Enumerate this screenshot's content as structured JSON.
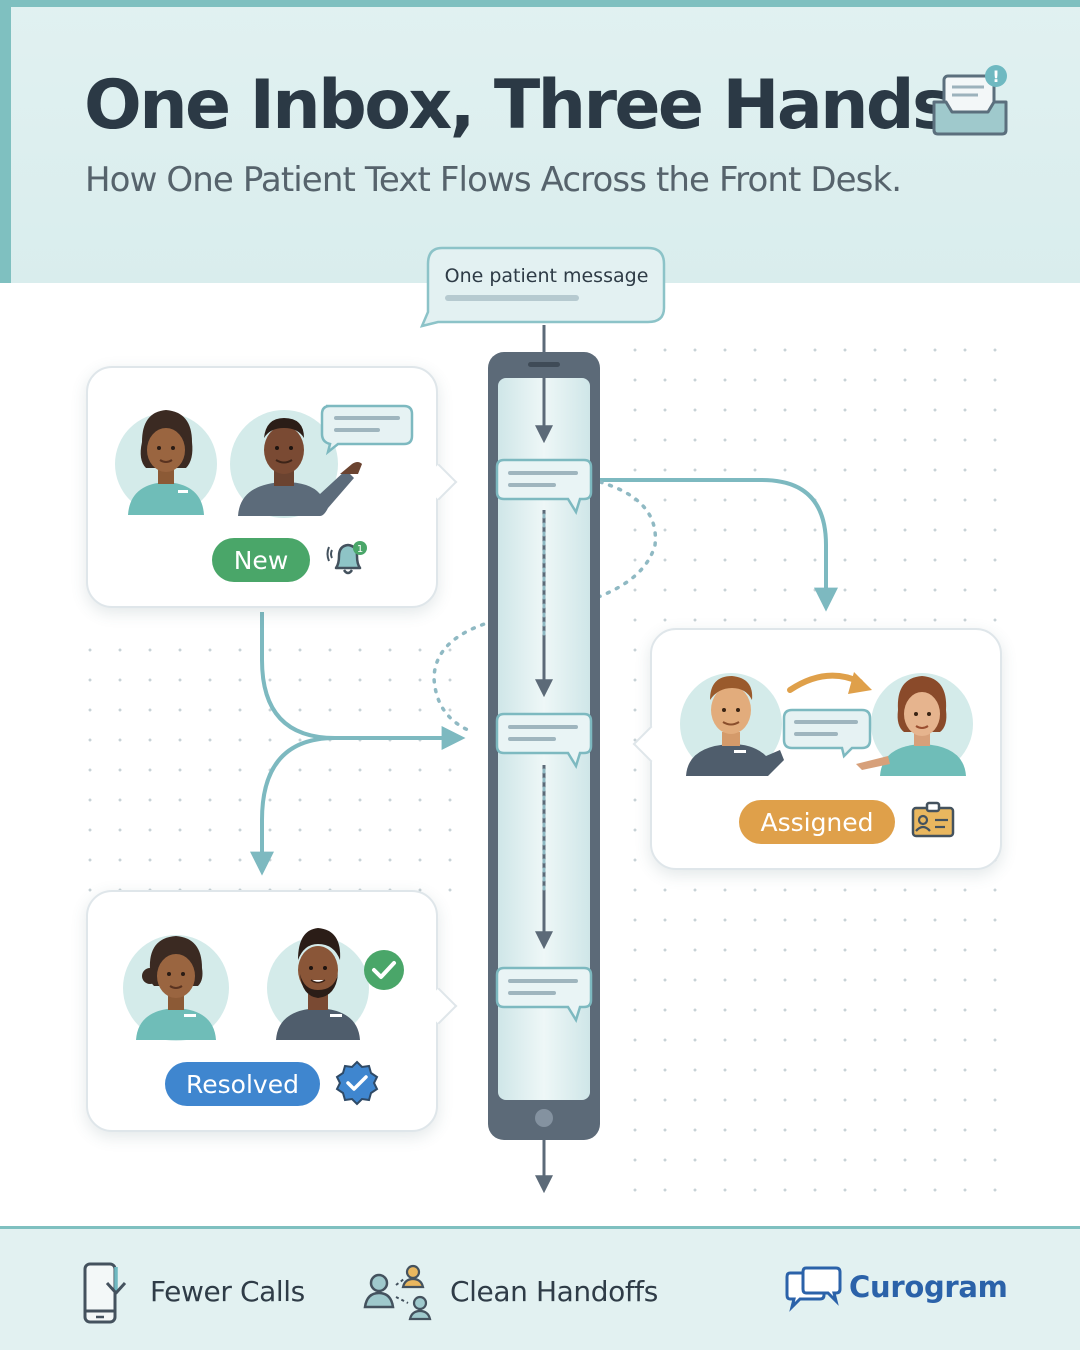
{
  "header": {
    "title": "One Inbox, Three Hands",
    "subtitle": "How One Patient Text Flows Across the Front Desk."
  },
  "flow": {
    "message_label": "One patient message",
    "stages": [
      {
        "label": "New",
        "color": "#4aa669",
        "icon": "bell-notification-icon",
        "badge": "1"
      },
      {
        "label": "Assigned",
        "color": "#dfa04a",
        "icon": "id-badge-icon"
      },
      {
        "label": "Resolved",
        "color": "#3f86cf",
        "icon": "verified-check-icon"
      }
    ]
  },
  "footer": {
    "benefits": [
      {
        "label": "Fewer Calls",
        "icon": "phone-download-icon"
      },
      {
        "label": "Clean Handoffs",
        "icon": "team-share-icon"
      }
    ],
    "brand": "Curogram"
  },
  "colors": {
    "teal_accent": "#7fc0c0",
    "header_bg": "#e1f1f1",
    "phone_frame": "#5c6a78",
    "flow_line": "#7db9c0",
    "brand_blue": "#2b62a9"
  }
}
